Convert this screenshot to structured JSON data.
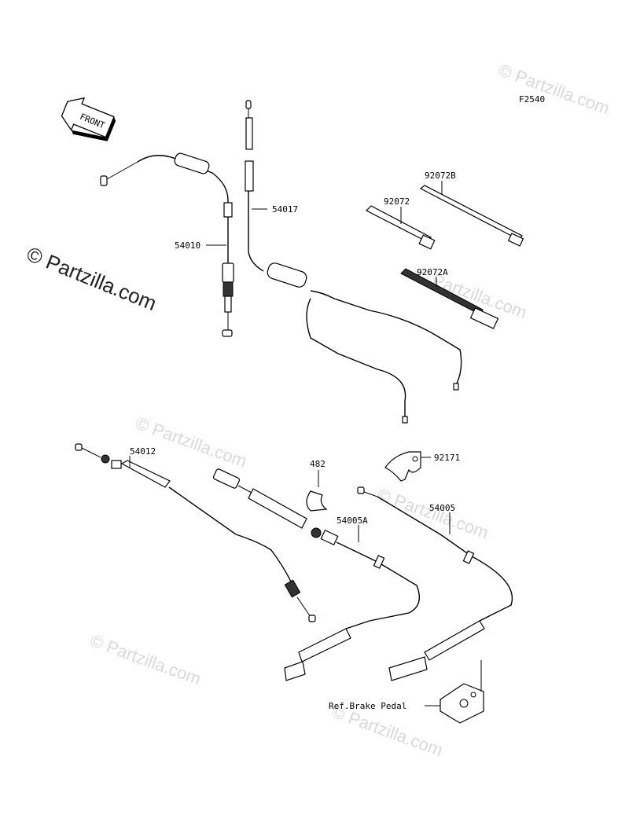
{
  "figure_code": "F2540",
  "front_arrow_label": "FRONT",
  "watermark_main": "© Partzilla.com",
  "watermark_small": "© Partzilla.com",
  "parts": {
    "p54010": "54010",
    "p54017": "54017",
    "p92072b": "92072B",
    "p92072": "92072",
    "p92072a": "92072A",
    "p54012": "54012",
    "p482": "482",
    "p92171": "92171",
    "p54005a": "54005A",
    "p54005": "54005"
  },
  "ref_label": "Ref.Brake Pedal"
}
